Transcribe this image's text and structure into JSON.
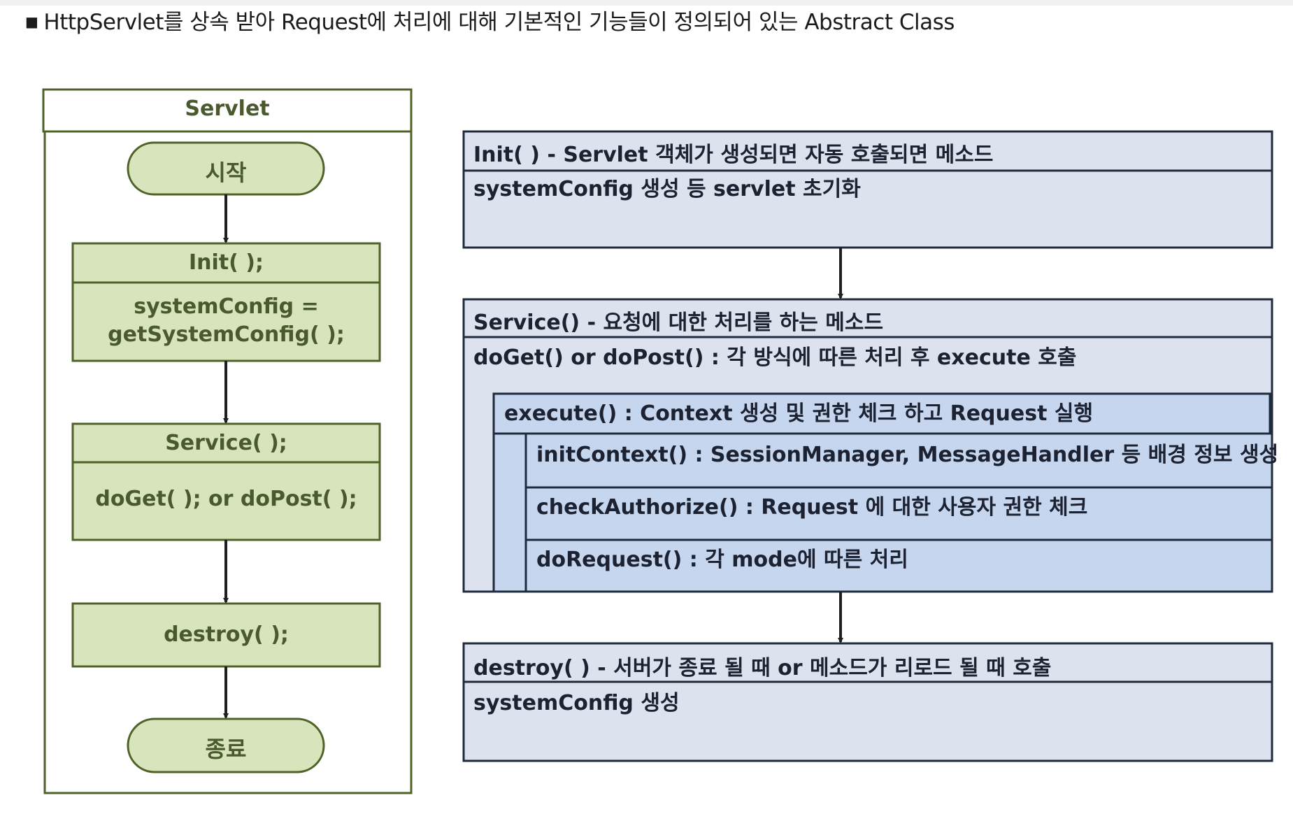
{
  "heading": "HttpServlet를 상속 받아 Request에 처리에 대해 기본적인 기능들이 정의되어 있는 Abstract Class",
  "flowchart": {
    "title": "Servlet",
    "start": "시작",
    "init": {
      "header": "Init( );",
      "body_line1": "systemConfig =",
      "body_line2": "getSystemConfig( );"
    },
    "service": {
      "header": "Service( );",
      "body": "doGet( ); or doPost( );"
    },
    "destroy": "destroy( );",
    "end": "종료"
  },
  "details": {
    "init": {
      "header": "Init( ) - Servlet 객체가 생성되면 자동 호출되면 메소드",
      "body": "systemConfig 생성 등 servlet 초기화"
    },
    "service": {
      "header": "Service() - 요청에 대한 처리를 하는 메소드",
      "body": "doGet() or doPost() : 각 방식에 따른 처리 후 execute 호출",
      "execute": "execute() : Context 생성 및 권한 체크 하고 Request 실행",
      "init_context": "initContext() : SessionManager, MessageHandler 등 배경 정보 생성",
      "check_authorize": "checkAuthorize() : Request 에 대한 사용자 권한 체크",
      "do_request": "doRequest() : 각 mode에 따른 처리"
    },
    "destroy": {
      "header": "destroy( ) - 서버가 종료 될 때 or 메소드가 리로드 될 때 호출",
      "body": "systemConfig 생성"
    }
  },
  "colors": {
    "green_fill": "#d8e4bc",
    "green_stroke": "#4f6228",
    "blue_fill": "#dce3ef",
    "blue_inner_fill": "#c5d6ee",
    "blue_stroke": "#1f2b3d"
  }
}
